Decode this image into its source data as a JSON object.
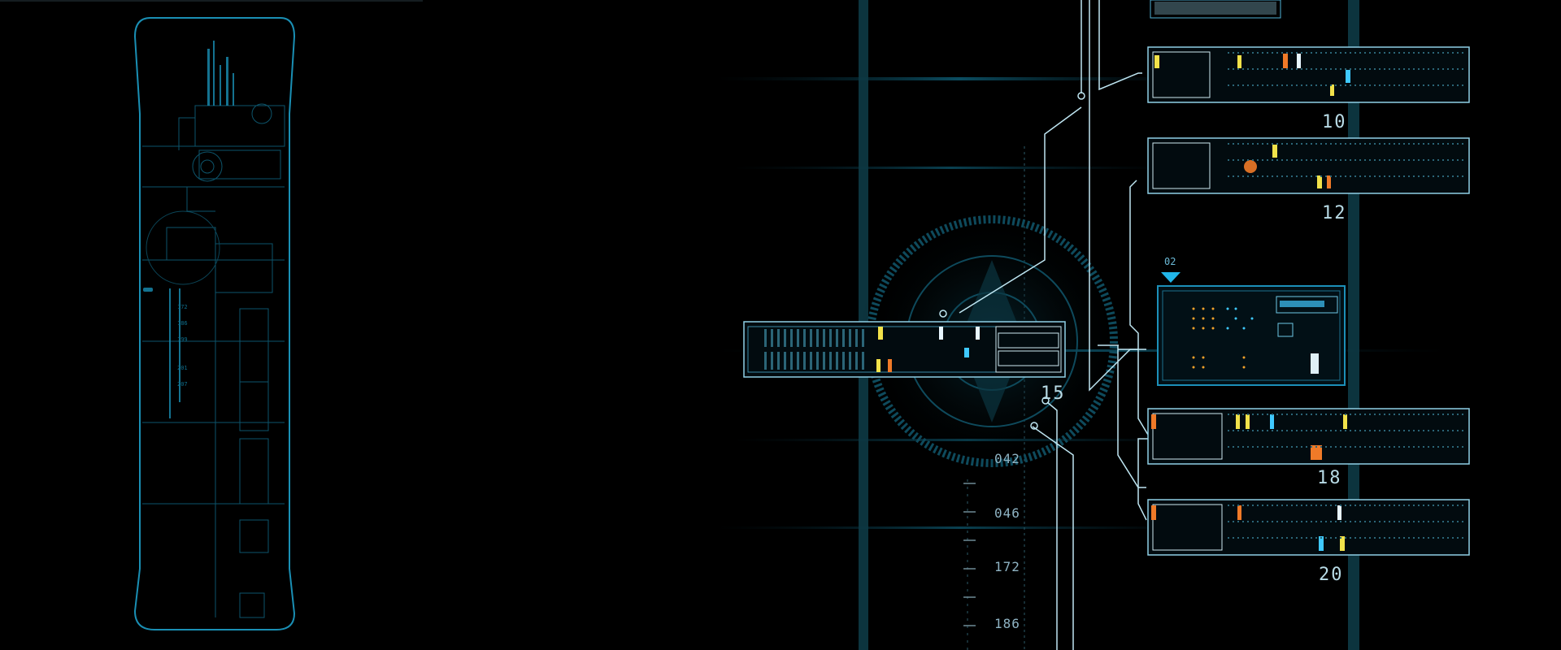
{
  "panel": {
    "accent": "#1aa9d6",
    "glow": "#0e6f8d"
  },
  "blade_labels": [
    "10",
    "12",
    "15",
    "18",
    "20"
  ],
  "scale_labels": [
    "042",
    "046",
    "172",
    "186"
  ],
  "marker_label": "02",
  "colors": {
    "yellow": "#f2e24a",
    "orange": "#f07a28",
    "cyan": "#3fc9ff",
    "white": "#e8f6ff"
  }
}
